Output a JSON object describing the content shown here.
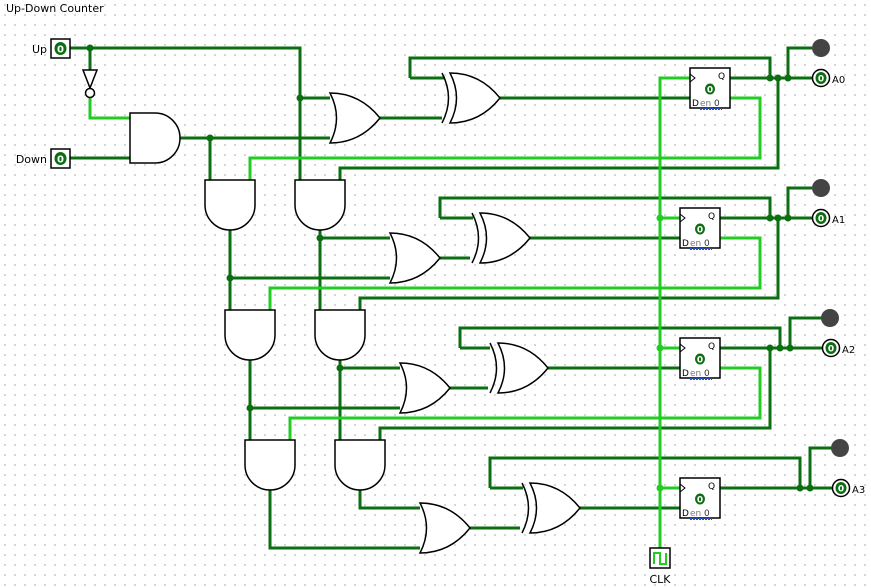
{
  "title": "Up-Down Counter",
  "inputs": {
    "up": {
      "label": "Up",
      "value": "0"
    },
    "down": {
      "label": "Down",
      "value": "0"
    }
  },
  "clock": {
    "label": "CLK"
  },
  "flipflops": [
    {
      "q_label": "Q",
      "value": "0",
      "d_label": "D",
      "en_label": "en",
      "en_value": "0"
    },
    {
      "q_label": "Q",
      "value": "0",
      "d_label": "D",
      "en_label": "en",
      "en_value": "0"
    },
    {
      "q_label": "Q",
      "value": "0",
      "d_label": "D",
      "en_label": "en",
      "en_value": "0"
    },
    {
      "q_label": "Q",
      "value": "0",
      "d_label": "D",
      "en_label": "en",
      "en_value": "0"
    }
  ],
  "outputs": [
    {
      "label": "A0",
      "value": "0"
    },
    {
      "label": "A1",
      "value": "0"
    },
    {
      "label": "A2",
      "value": "0"
    },
    {
      "label": "A3",
      "value": "0"
    }
  ],
  "colors": {
    "wire_low": "#0b6e10",
    "wire_high": "#22cc22",
    "gate_stroke": "#000000",
    "led_off": "#444444",
    "pin_value": "#0b6e10"
  }
}
